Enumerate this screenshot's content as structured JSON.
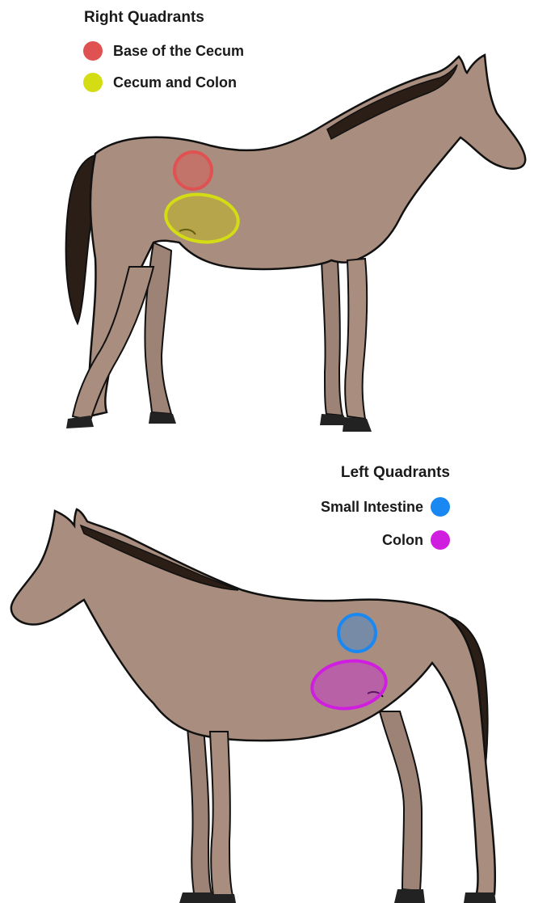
{
  "right": {
    "title": "Right Quadrants",
    "items": [
      {
        "label": "Base of the Cecum",
        "color": "#e05252"
      },
      {
        "label": "Cecum and Colon",
        "color": "#d4dc14"
      }
    ]
  },
  "left": {
    "title": "Left Quadrants",
    "items": [
      {
        "label": "Small Intestine",
        "color": "#1a88f2"
      },
      {
        "label": "Colon",
        "color": "#d01ee0"
      }
    ]
  },
  "colors": {
    "coat": "#a98e7f",
    "mane": "#2a1e16",
    "outline": "#111111",
    "hoof": "#222222"
  }
}
